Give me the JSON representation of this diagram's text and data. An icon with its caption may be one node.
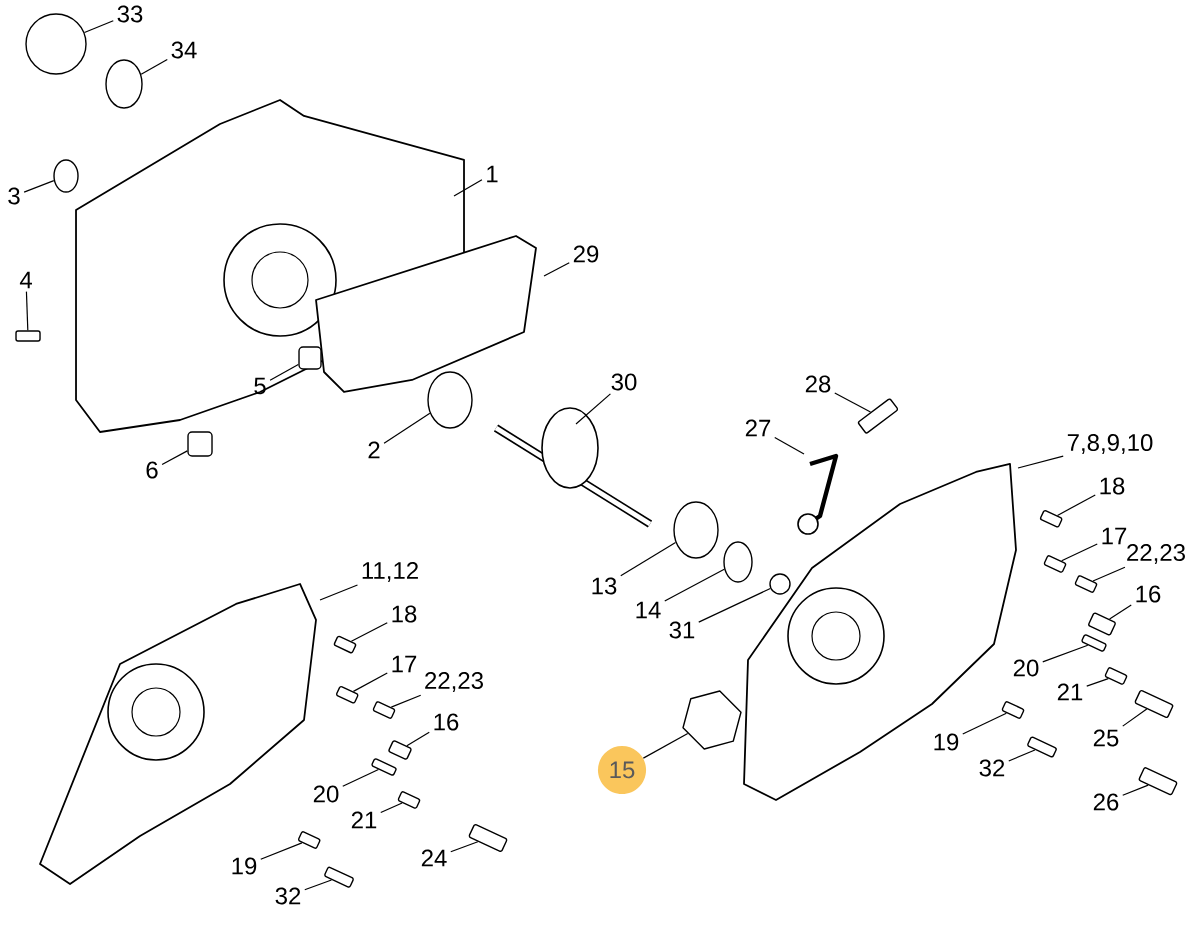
{
  "diagram": {
    "nodes": [
      {
        "text": [
          "33"
        ]
      },
      {
        "text": [
          "34"
        ]
      },
      {
        "text": [
          "1"
        ]
      },
      {
        "text": [
          "3"
        ]
      },
      {
        "text": [
          "29"
        ]
      },
      {
        "text": [
          "4"
        ]
      },
      {
        "text": [
          "30"
        ]
      },
      {
        "text": [
          "5"
        ]
      },
      {
        "text": [
          "28"
        ]
      },
      {
        "text": [
          "2"
        ]
      },
      {
        "text": [
          "6"
        ]
      },
      {
        "text": [
          "7,8,9,10"
        ]
      },
      {
        "text": [
          "27"
        ]
      },
      {
        "text": [
          "18"
        ]
      },
      {
        "text": [
          "17"
        ]
      },
      {
        "text": [
          "22,23"
        ]
      },
      {
        "text": [
          "11,12"
        ]
      },
      {
        "text": [
          "13"
        ]
      },
      {
        "text": [
          "16"
        ]
      },
      {
        "text": [
          "14"
        ]
      },
      {
        "text": [
          "18"
        ]
      },
      {
        "text": [
          "31"
        ]
      },
      {
        "text": [
          "17"
        ]
      },
      {
        "text": [
          "22,23"
        ]
      },
      {
        "text": [
          "20"
        ]
      },
      {
        "text": [
          "16"
        ]
      },
      {
        "text": [
          "21"
        ]
      },
      {
        "text": [
          "15"
        ]
      },
      {
        "text": [
          "19"
        ]
      },
      {
        "text": [
          "25"
        ]
      },
      {
        "text": [
          "32"
        ]
      },
      {
        "text": [
          "20"
        ]
      },
      {
        "text": [
          "26"
        ]
      },
      {
        "text": [
          "21"
        ]
      },
      {
        "text": [
          "19"
        ]
      },
      {
        "text": [
          "24"
        ]
      },
      {
        "text": [
          "32"
        ]
      },
      {
        "text": [],
        "shape": "circle"
      },
      {
        "text": [],
        "shape": "circle"
      },
      {
        "text": [],
        "shape": "circle"
      },
      {
        "text": [],
        "shape": "bar"
      },
      {
        "text": [],
        "shape": "box"
      },
      {
        "text": [],
        "shape": "bar"
      },
      {
        "text": [],
        "shape": "circle"
      },
      {
        "text": [],
        "shape": "box"
      },
      {
        "text": [],
        "shape": "bar"
      },
      {
        "text": [],
        "shape": "bar"
      },
      {
        "text": [],
        "shape": "bar"
      },
      {
        "text": [],
        "shape": "circle"
      },
      {
        "text": [],
        "shape": "bar"
      },
      {
        "text": [],
        "shape": "circle"
      },
      {
        "text": [],
        "shape": "bar"
      },
      {
        "text": [],
        "shape": "circle"
      },
      {
        "text": [],
        "shape": "bar"
      },
      {
        "text": [],
        "shape": "bar"
      },
      {
        "text": [],
        "shape": "bar"
      },
      {
        "text": [],
        "shape": "bar"
      },
      {
        "text": [],
        "shape": "bar"
      },
      {
        "text": [],
        "shape": "bar"
      },
      {
        "text": [],
        "shape": "bar"
      },
      {
        "text": [],
        "shape": "bar"
      },
      {
        "text": [],
        "shape": "bar"
      },
      {
        "text": [],
        "shape": "bar"
      },
      {
        "text": [],
        "shape": "bar"
      },
      {
        "text": [],
        "shape": "bar"
      },
      {
        "text": [],
        "shape": "bar"
      },
      {
        "text": [],
        "shape": "bar"
      },
      {
        "text": [],
        "shape": "picture"
      }
    ],
    "edges": [
      {
        "from": 0,
        "to": 37,
        "arrow": "none"
      },
      {
        "from": 1,
        "to": 38,
        "arrow": "none"
      },
      {
        "from": 2,
        "to": null,
        "arrow": "none"
      },
      {
        "from": 3,
        "to": 39,
        "arrow": "none"
      },
      {
        "from": 4,
        "to": null,
        "arrow": "none"
      },
      {
        "from": 5,
        "to": 40,
        "arrow": "none"
      },
      {
        "from": 6,
        "to": null,
        "arrow": "none"
      },
      {
        "from": 7,
        "to": 41,
        "arrow": "none"
      },
      {
        "from": 8,
        "to": 42,
        "arrow": "none"
      },
      {
        "from": 9,
        "to": 43,
        "arrow": "none"
      },
      {
        "from": 10,
        "to": 44,
        "arrow": "none"
      },
      {
        "from": 11,
        "to": null,
        "arrow": "none"
      },
      {
        "from": 12,
        "to": null,
        "arrow": "none"
      },
      {
        "from": 13,
        "to": 45,
        "arrow": "none"
      },
      {
        "from": 14,
        "to": 46,
        "arrow": "none"
      },
      {
        "from": 15,
        "to": 47,
        "arrow": "none"
      },
      {
        "from": 16,
        "to": null,
        "arrow": "none"
      },
      {
        "from": 17,
        "to": 48,
        "arrow": "none"
      },
      {
        "from": 18,
        "to": 49,
        "arrow": "none"
      },
      {
        "from": 19,
        "to": 50,
        "arrow": "none"
      },
      {
        "from": 20,
        "to": 51,
        "arrow": "none"
      },
      {
        "from": 21,
        "to": 52,
        "arrow": "none"
      },
      {
        "from": 22,
        "to": 53,
        "arrow": "none"
      },
      {
        "from": 23,
        "to": 54,
        "arrow": "none"
      },
      {
        "from": 24,
        "to": 55,
        "arrow": "none"
      },
      {
        "from": 25,
        "to": 56,
        "arrow": "none"
      },
      {
        "from": 26,
        "to": 57,
        "arrow": "none"
      },
      {
        "from": 27,
        "to": 67,
        "arrow": "none"
      },
      {
        "from": 28,
        "to": 58,
        "arrow": "none"
      },
      {
        "from": 29,
        "to": 59,
        "arrow": "none"
      },
      {
        "from": 30,
        "to": 60,
        "arrow": "none"
      },
      {
        "from": 31,
        "to": 61,
        "arrow": "none"
      },
      {
        "from": 32,
        "to": 62,
        "arrow": "none"
      },
      {
        "from": 33,
        "to": 63,
        "arrow": "none"
      },
      {
        "from": 34,
        "to": 64,
        "arrow": "none"
      },
      {
        "from": 35,
        "to": 65,
        "arrow": "none"
      },
      {
        "from": 36,
        "to": 66,
        "arrow": "none"
      }
    ]
  }
}
